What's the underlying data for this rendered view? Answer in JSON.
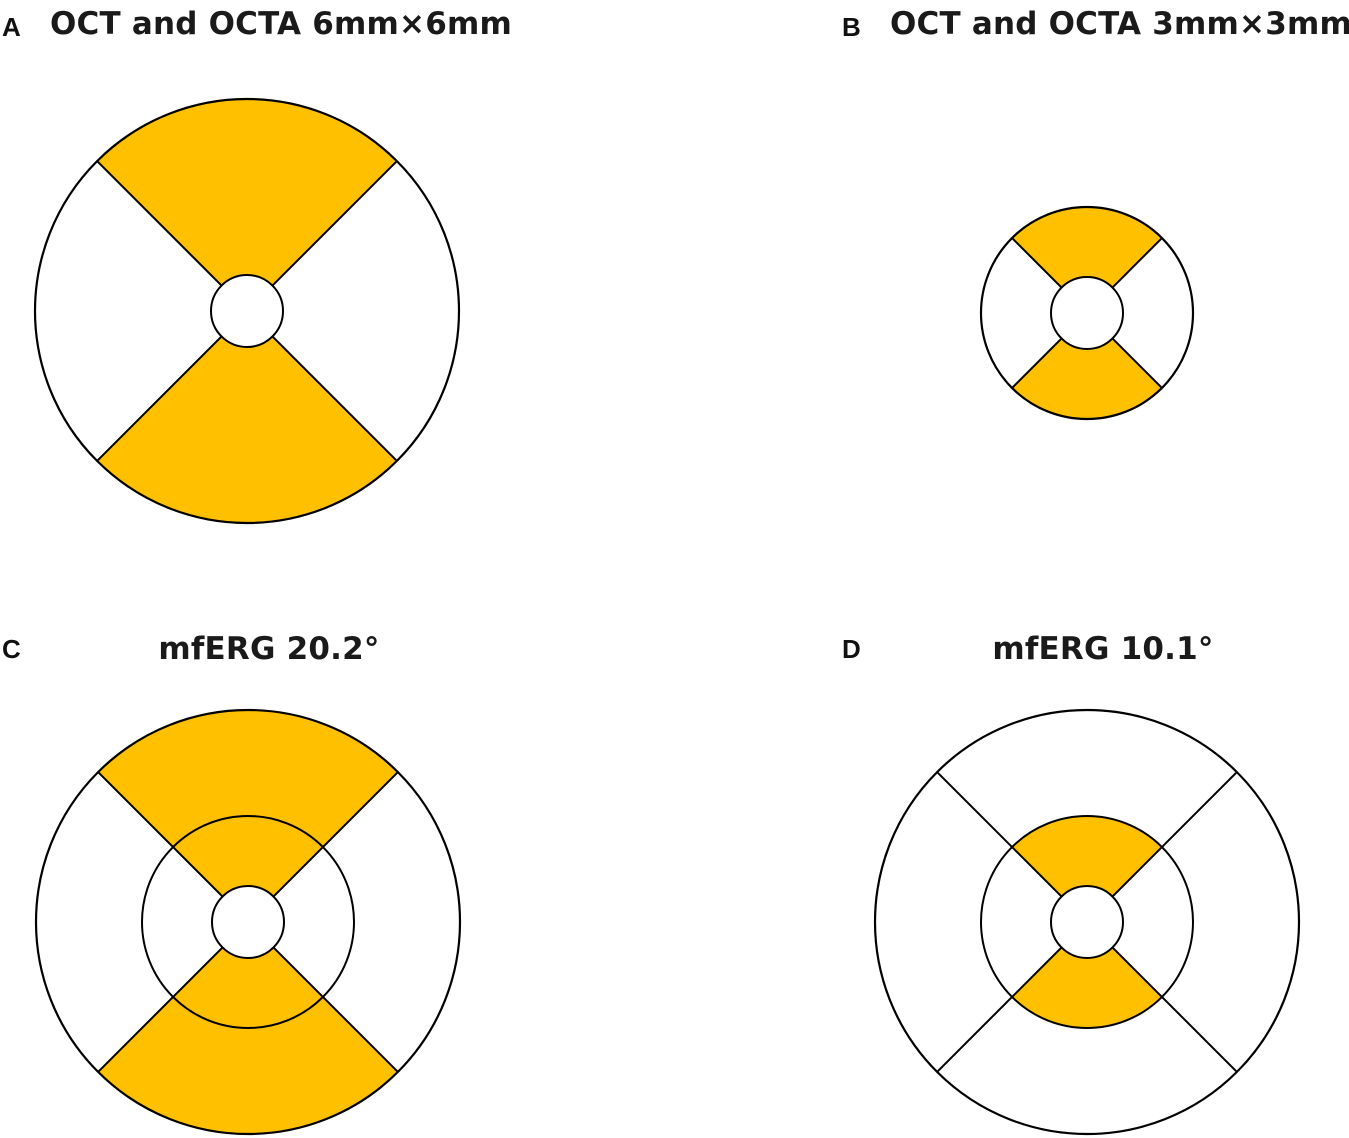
{
  "colors": {
    "highlight": "#FFC000",
    "stroke": "#000000",
    "background": "#FFFFFF"
  },
  "panels": [
    {
      "letter": "A",
      "title": "OCT and OCTA 6mm×6mm",
      "rings": 1,
      "highlighted": [
        "superior-outer",
        "inferior-outer"
      ]
    },
    {
      "letter": "B",
      "title": "OCT and OCTA 3mm×3mm",
      "rings": 1,
      "highlighted": [
        "superior-outer",
        "inferior-outer"
      ]
    },
    {
      "letter": "C",
      "title": "mfERG 20.2°",
      "rings": 2,
      "highlighted": [
        "superior-inner",
        "inferior-inner",
        "superior-outer",
        "inferior-outer"
      ]
    },
    {
      "letter": "D",
      "title": "mfERG 10.1°",
      "rings": 2,
      "highlighted": [
        "superior-inner",
        "inferior-inner"
      ]
    }
  ]
}
